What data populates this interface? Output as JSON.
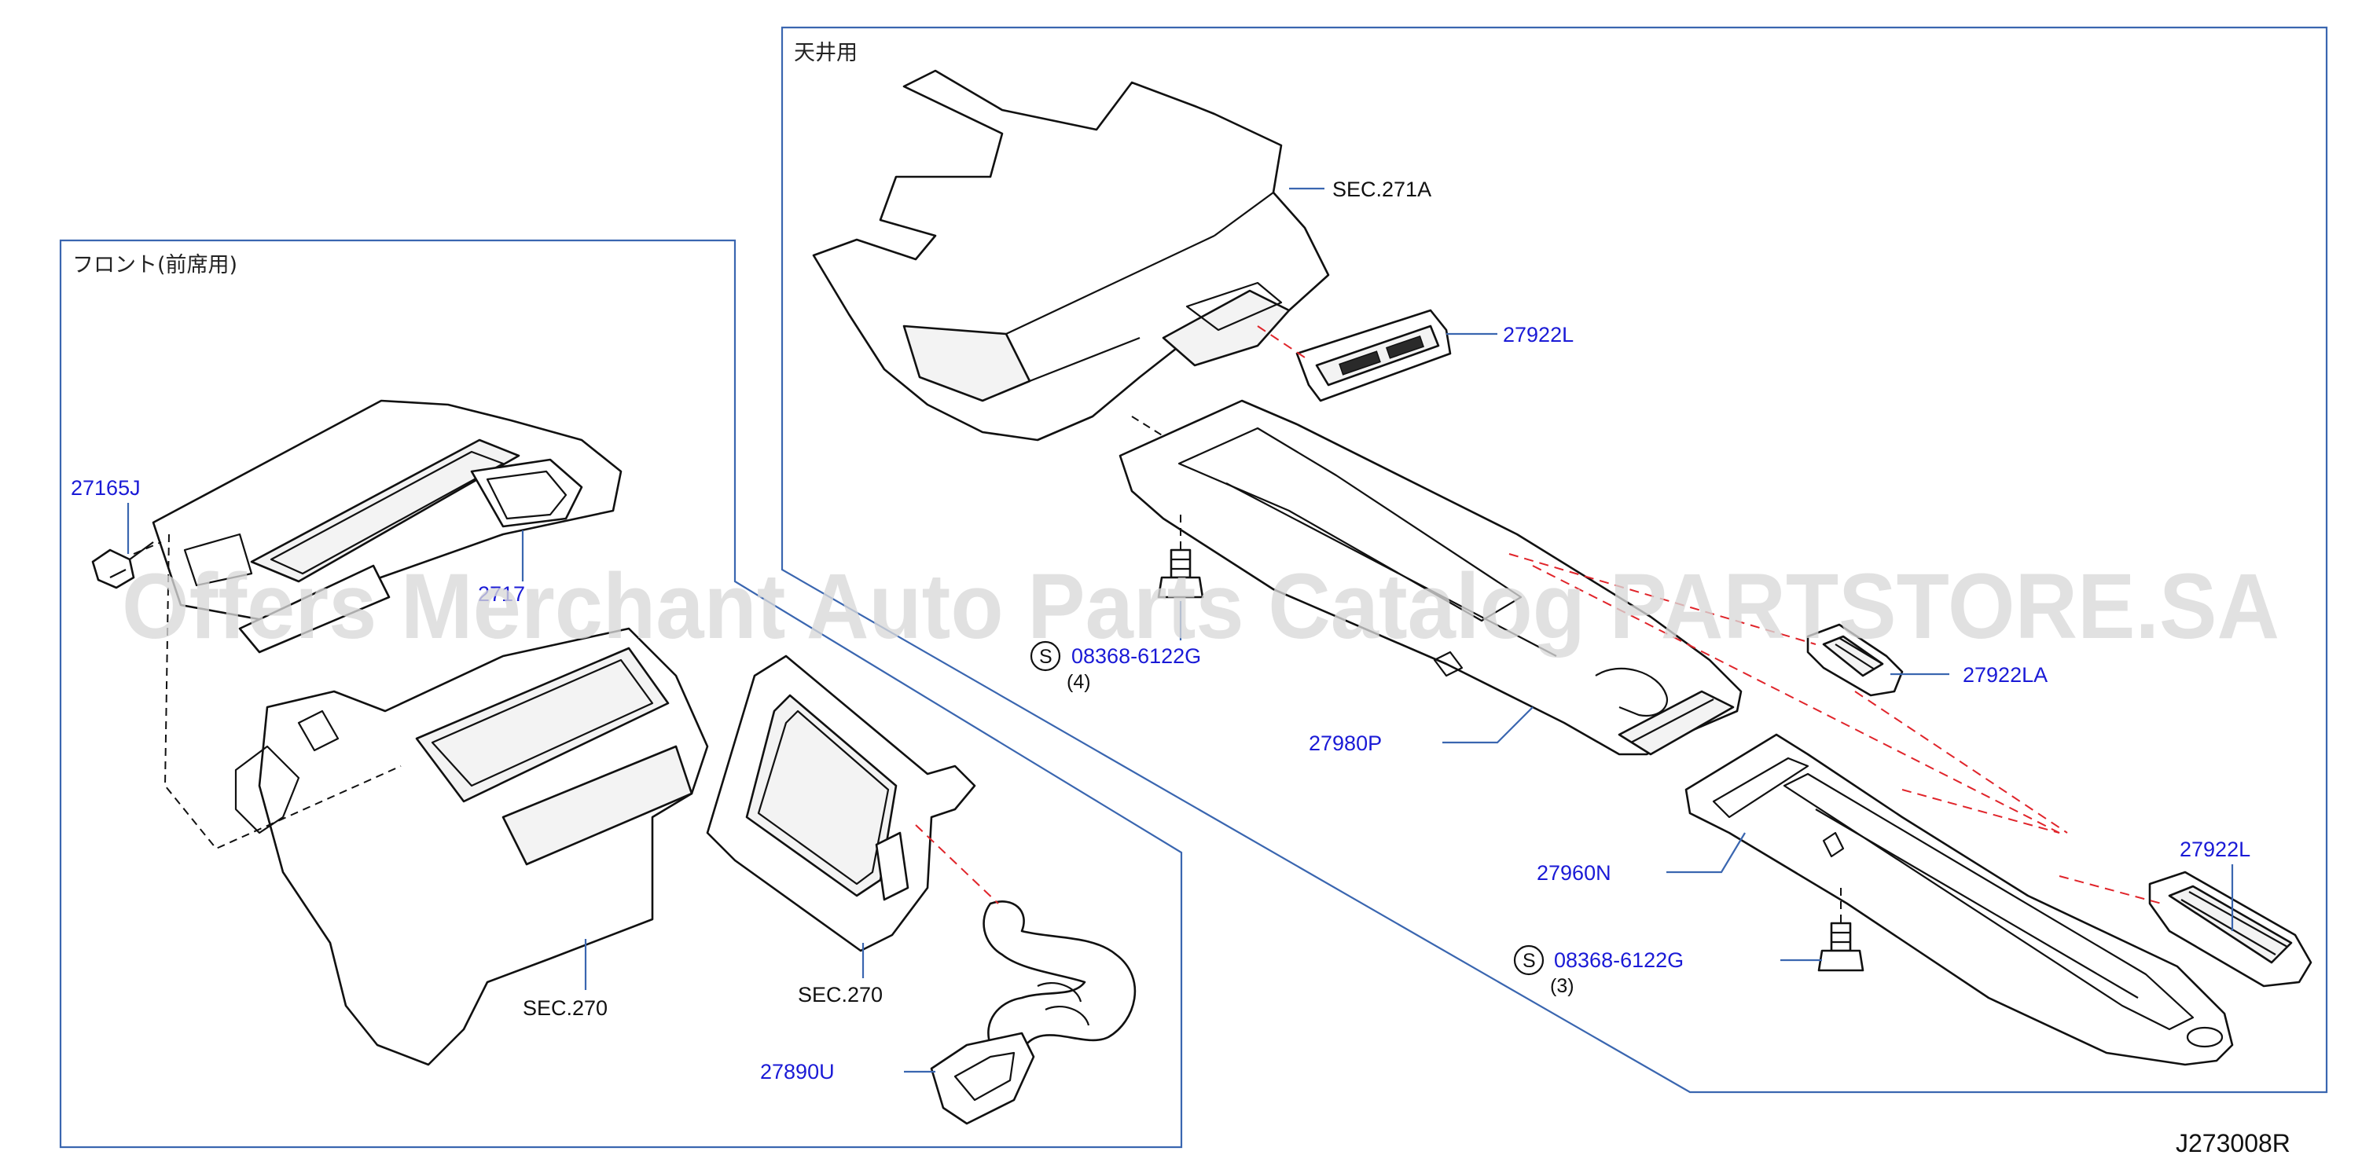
{
  "sections": {
    "front": {
      "heading": "フロント(前席用)"
    },
    "ceiling": {
      "heading": "天井用"
    }
  },
  "labels": {
    "p27165J": "27165J",
    "p27170_partial": "2717",
    "sec270_left": "SEC.270",
    "sec270_right": "SEC.270",
    "p27890U": "27890U",
    "sec271A": "SEC.271A",
    "p27922L_top": "27922L",
    "p27922LA": "27922LA",
    "p27922L_bottom": "27922L",
    "p27980P": "27980P",
    "p27960N": "27960N",
    "bolt_upper": {
      "symbol": "S",
      "part": "08368-6122G",
      "qty": "(4)"
    },
    "bolt_lower": {
      "symbol": "S",
      "part": "08368-6122G",
      "qty": "(3)"
    }
  },
  "diagram_code": "J273008R",
  "watermark": "Offers Merchant Auto Parts Catalog PARTSTORE.SA",
  "colors": {
    "part_number_text": "#1a1ad6",
    "frame_line": "#3a66b0",
    "red_dashed_line": "#e0242a",
    "part_outline": "#111111"
  }
}
